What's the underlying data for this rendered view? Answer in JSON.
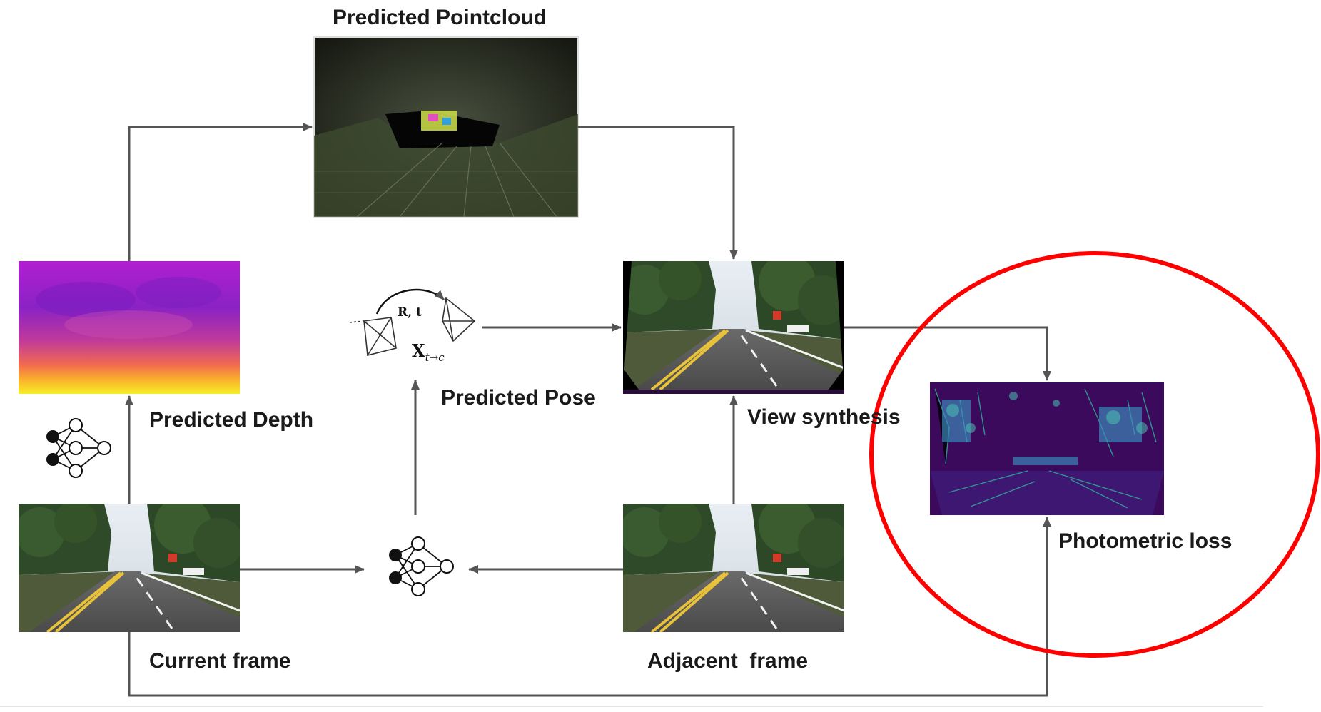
{
  "labels": {
    "pointcloud": "Predicted Pointcloud",
    "depth": "Predicted Depth",
    "pose": "Predicted Pose",
    "view_synthesis": "View synthesis",
    "photometric_loss": "Photometric loss",
    "current_frame": "Current frame",
    "adjacent_frame": "Adjacent  frame"
  },
  "pose_math": {
    "rt": "R, t",
    "x_base": "X",
    "x_sub": "t→c"
  },
  "icons": {
    "network": "neural-network-icon",
    "camera": "camera-frustum-icon"
  },
  "colors": {
    "arrow": "#555555",
    "highlight": "#ff0000",
    "loss_bg": "#3b0a5c"
  }
}
